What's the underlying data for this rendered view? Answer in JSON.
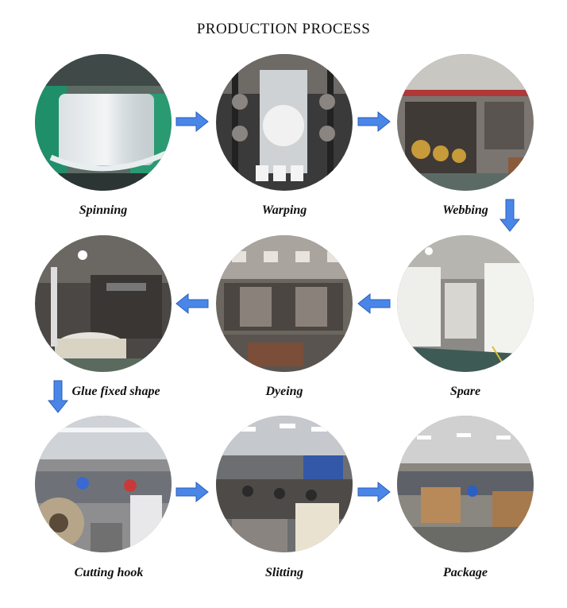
{
  "title": "PRODUCTION PROCESS",
  "steps": [
    {
      "label": "Spinning"
    },
    {
      "label": "Warping"
    },
    {
      "label": "Webbing"
    },
    {
      "label": "Spare"
    },
    {
      "label": "Dyeing"
    },
    {
      "label": "Glue fixed shape"
    },
    {
      "label": "Cutting hook"
    },
    {
      "label": "Slitting"
    },
    {
      "label": "Package"
    }
  ],
  "colors": {
    "arrow_fill": "#4a86e8",
    "arrow_stroke": "#2a5fb8"
  }
}
